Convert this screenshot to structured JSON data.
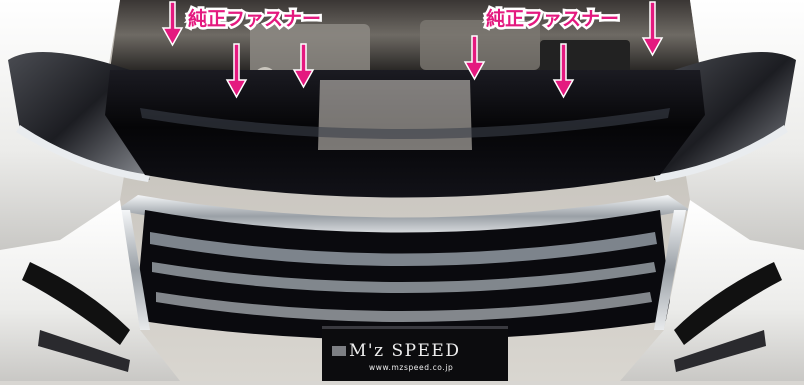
{
  "photo": {
    "subject": "Front grille of a white minivan with hood open, showing the upper grille mounting points"
  },
  "callouts": [
    {
      "text": "純正ファスナー"
    },
    {
      "text": "純正ファスナー"
    }
  ],
  "license_plate": {
    "brand": "M'z SPEED",
    "url": "www.mzspeed.co.jp"
  },
  "colors": {
    "callout_text": "#e4197f",
    "callout_outline": "#ffffff",
    "arrow": "#e4197f",
    "grille": "#0c0c10",
    "body_paint": "#f2f2f0",
    "plate_text": "#eeeeee"
  }
}
